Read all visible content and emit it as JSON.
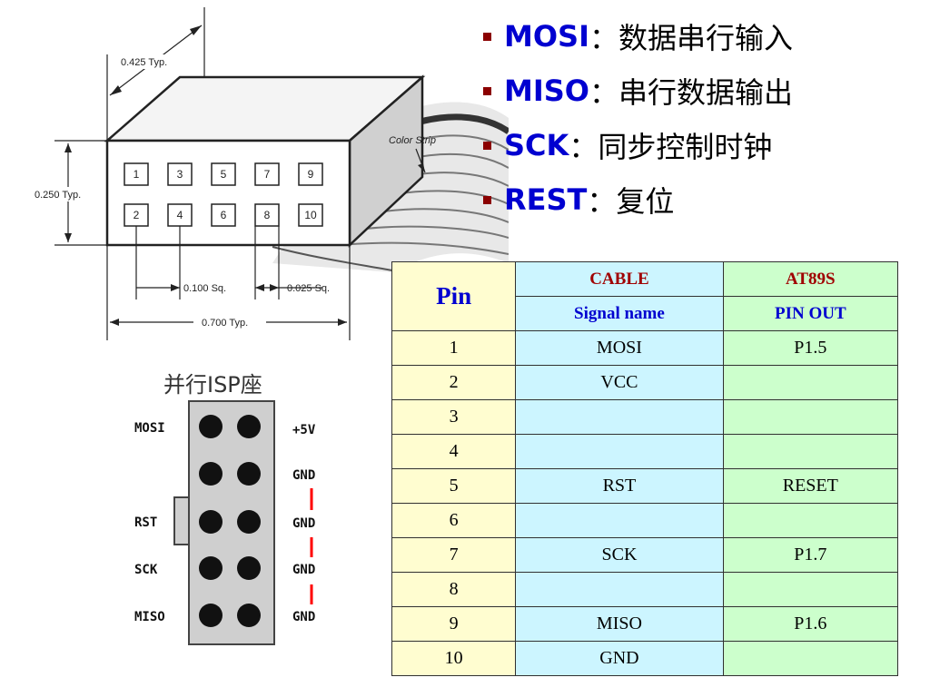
{
  "connector_drawing": {
    "dim_top": "0.425 Typ.",
    "dim_left": "0.250 Typ.",
    "dim_pitch": "0.100 Sq.",
    "dim_pin": "0.025 Sq.",
    "dim_width": "0.700 Typ.",
    "color_strip": "Color Strip",
    "pins_top": [
      "1",
      "3",
      "5",
      "7",
      "9"
    ],
    "pins_bottom": [
      "2",
      "4",
      "6",
      "8",
      "10"
    ]
  },
  "isp_diagram": {
    "title": "并行ISP座",
    "left_labels": [
      "MOSI",
      "",
      "RST",
      "SCK",
      "MISO"
    ],
    "right_labels": [
      "+5V",
      "GND",
      "GND",
      "GND",
      "GND"
    ]
  },
  "bullets": [
    {
      "kw": "MOSI",
      "text": "：数据串行输入"
    },
    {
      "kw": "MISO",
      "text": "：串行数据输出"
    },
    {
      "kw": "SCK",
      "text": "：同步控制时钟"
    },
    {
      "kw": "REST",
      "text": "：复位"
    }
  ],
  "table": {
    "pin_header": "Pin",
    "cable_header": "CABLE",
    "at_header": "AT89S",
    "signal_header": "Signal name",
    "pinout_header": "PIN OUT",
    "rows": [
      {
        "pin": "1",
        "signal": "MOSI",
        "pinout": "P1.5"
      },
      {
        "pin": "2",
        "signal": "VCC",
        "pinout": ""
      },
      {
        "pin": "3",
        "signal": "",
        "pinout": ""
      },
      {
        "pin": "4",
        "signal": "",
        "pinout": ""
      },
      {
        "pin": "5",
        "signal": "RST",
        "pinout": "RESET"
      },
      {
        "pin": "6",
        "signal": "",
        "pinout": ""
      },
      {
        "pin": "7",
        "signal": "SCK",
        "pinout": "P1.7"
      },
      {
        "pin": "8",
        "signal": "",
        "pinout": ""
      },
      {
        "pin": "9",
        "signal": "MISO",
        "pinout": "P1.6"
      },
      {
        "pin": "10",
        "signal": "GND",
        "pinout": ""
      }
    ]
  },
  "colors": {
    "bullet_keyword": "#0000d0",
    "bullet_square": "#8b0000",
    "pin_column": "#fffdd0",
    "signal_column": "#ccf5ff",
    "pinout_column": "#ccffcc",
    "ground_link": "#ff0000"
  }
}
